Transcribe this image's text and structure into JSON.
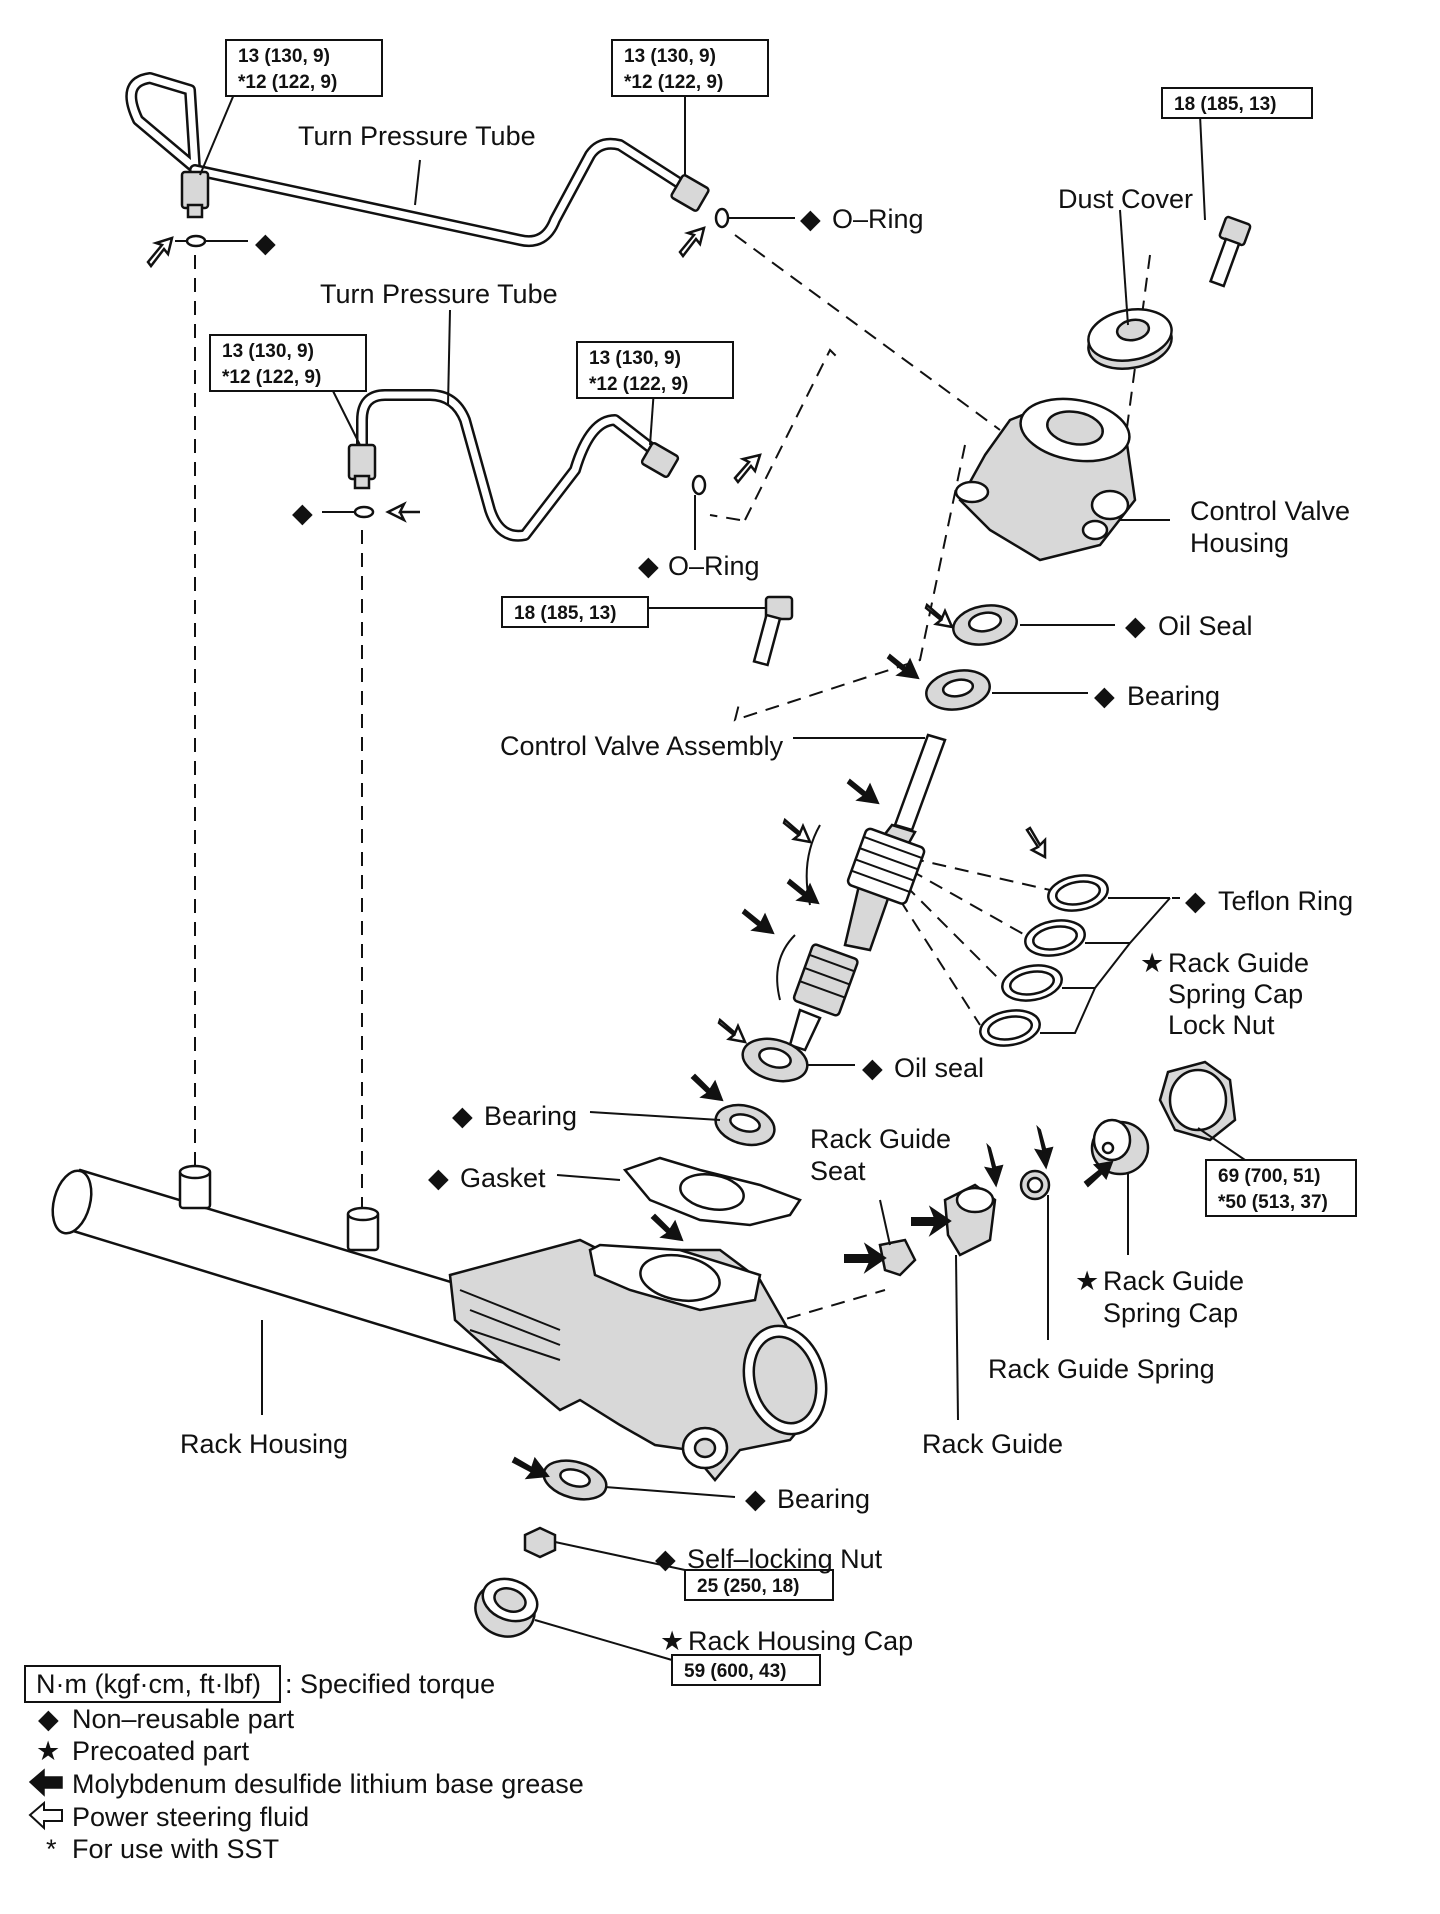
{
  "labels": {
    "turn_pressure_tube_1": "Turn Pressure Tube",
    "turn_pressure_tube_2": "Turn Pressure Tube",
    "o_ring_1": "O–Ring",
    "o_ring_2": "O–Ring",
    "dust_cover": "Dust Cover",
    "control_valve_housing_1": "Control Valve",
    "control_valve_housing_2": "Housing",
    "oil_seal_1": "Oil Seal",
    "bearing_1": "Bearing",
    "control_valve_assembly": "Control Valve Assembly",
    "teflon_ring": "Teflon Ring",
    "rack_guide_spring_cap_lock_nut_1": "Rack Guide",
    "rack_guide_spring_cap_lock_nut_2": "Spring Cap",
    "rack_guide_spring_cap_lock_nut_3": "Lock Nut",
    "oil_seal_2": "Oil seal",
    "bearing_2": "Bearing",
    "gasket": "Gasket",
    "rack_guide_seat_1": "Rack Guide",
    "rack_guide_seat_2": "Seat",
    "rack_guide_spring_cap_1": "Rack Guide",
    "rack_guide_spring_cap_2": "Spring Cap",
    "rack_guide_spring": "Rack Guide Spring",
    "rack_housing": "Rack Housing",
    "rack_guide": "Rack Guide",
    "bearing_3": "Bearing",
    "self_locking_nut": "Self–locking Nut",
    "rack_housing_cap": "Rack Housing Cap"
  },
  "torque": {
    "tube1_left_a": "13 (130, 9)",
    "tube1_left_b": "*12 (122, 9)",
    "tube1_right_a": "13 (130, 9)",
    "tube1_right_b": "*12 (122, 9)",
    "tube2_left_a": "13 (130, 9)",
    "tube2_left_b": "*12 (122, 9)",
    "tube2_right_a": "13 (130, 9)",
    "tube2_right_b": "*12 (122, 9)",
    "bolt_top": "18 (185, 13)",
    "bolt_mid": "18 (185, 13)",
    "lock_nut_a": "69 (700, 51)",
    "lock_nut_b": "*50 (513, 37)",
    "self_locking_nut": "25 (250, 18)",
    "rack_housing_cap": "59 (600, 43)"
  },
  "legend": {
    "torque_unit_box": "N·m (kgf·cm, ft·lbf)",
    "torque_unit_desc": ": Specified torque",
    "non_reusable": "Non–reusable part",
    "precoated": "Precoated part",
    "moly_grease": "Molybdenum desulfide lithium base grease",
    "ps_fluid": "Power steering fluid",
    "sst_marker": "*",
    "sst": "For use with SST"
  },
  "symbols": {
    "diamond": "◆",
    "star": "★"
  }
}
